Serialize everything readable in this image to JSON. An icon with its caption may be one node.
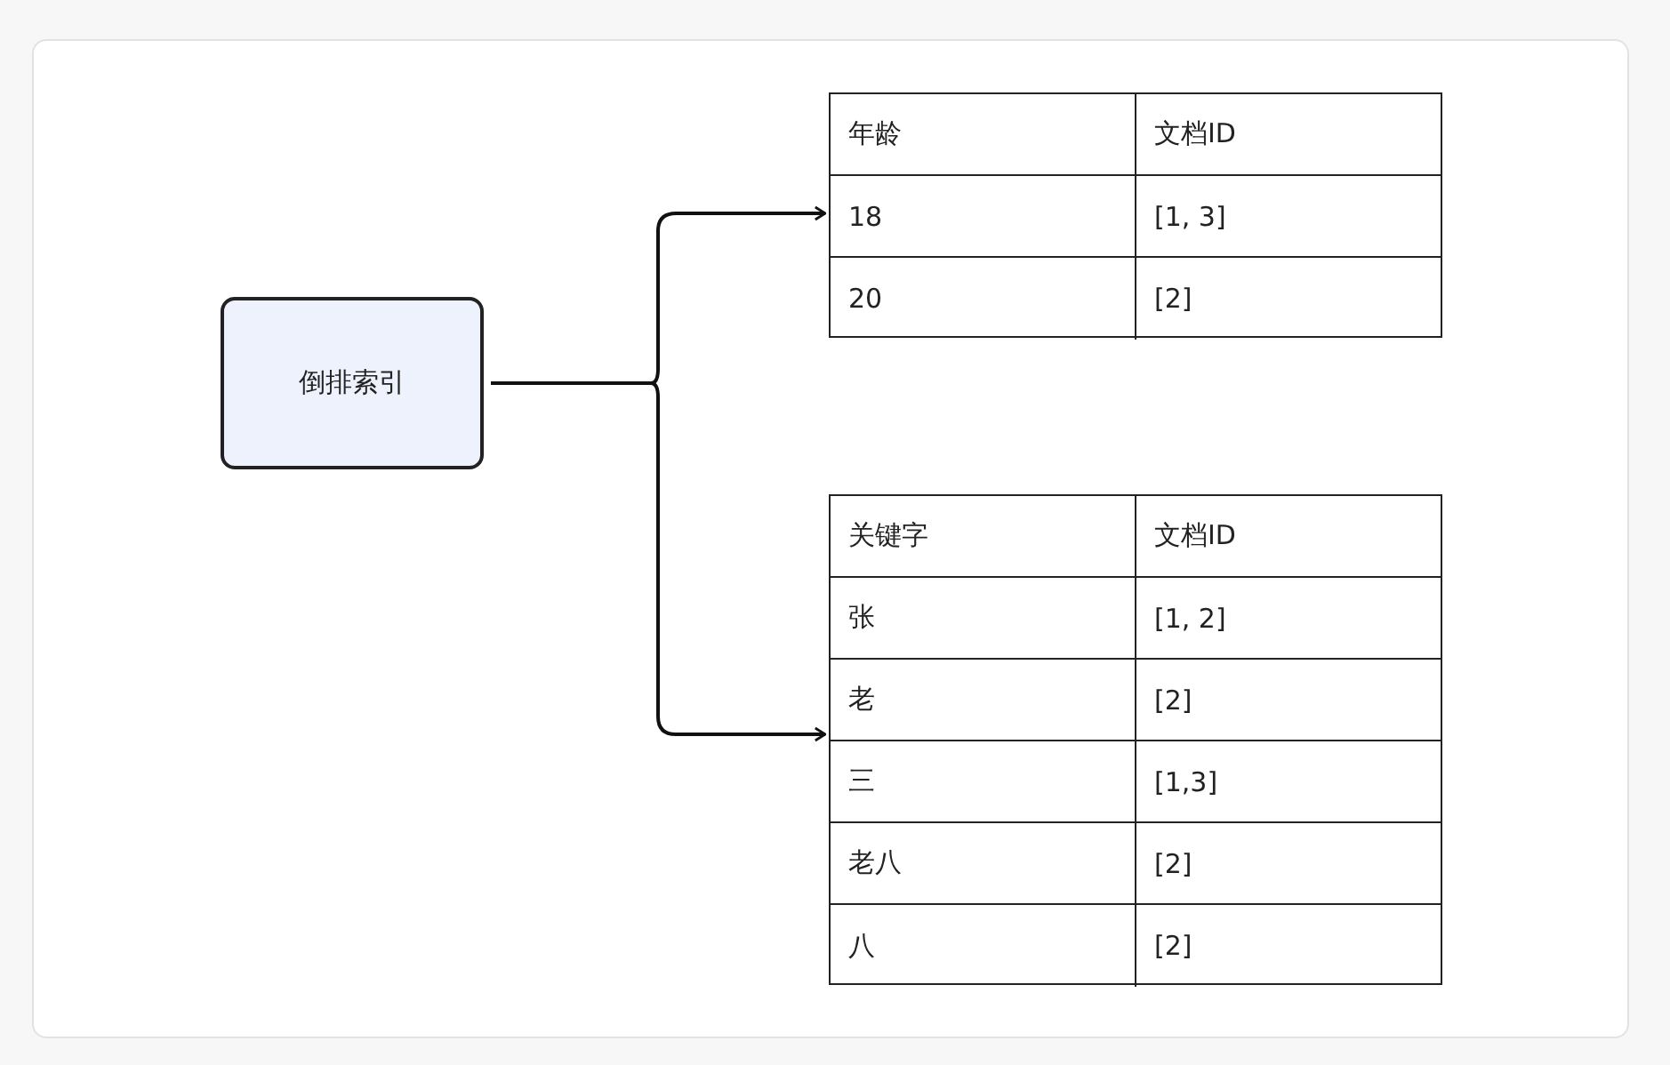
{
  "diagram": {
    "nodes": [
      {
        "text": [
          "倒排索引"
        ]
      },
      {
        "text": [
          "年龄",
          "文档ID",
          "18",
          "[1, 3]",
          "20",
          "[2]"
        ]
      },
      {
        "text": [
          "关键字",
          "文档ID",
          "张",
          "[1, 2]",
          "老",
          "[2]",
          "三",
          "[1,3]",
          "老八",
          "[2]",
          "八",
          "[2]"
        ]
      }
    ],
    "edges": [
      {
        "from": 0,
        "to": 1,
        "arrow": "to"
      },
      {
        "from": 0,
        "to": 2,
        "arrow": "to"
      }
    ]
  }
}
